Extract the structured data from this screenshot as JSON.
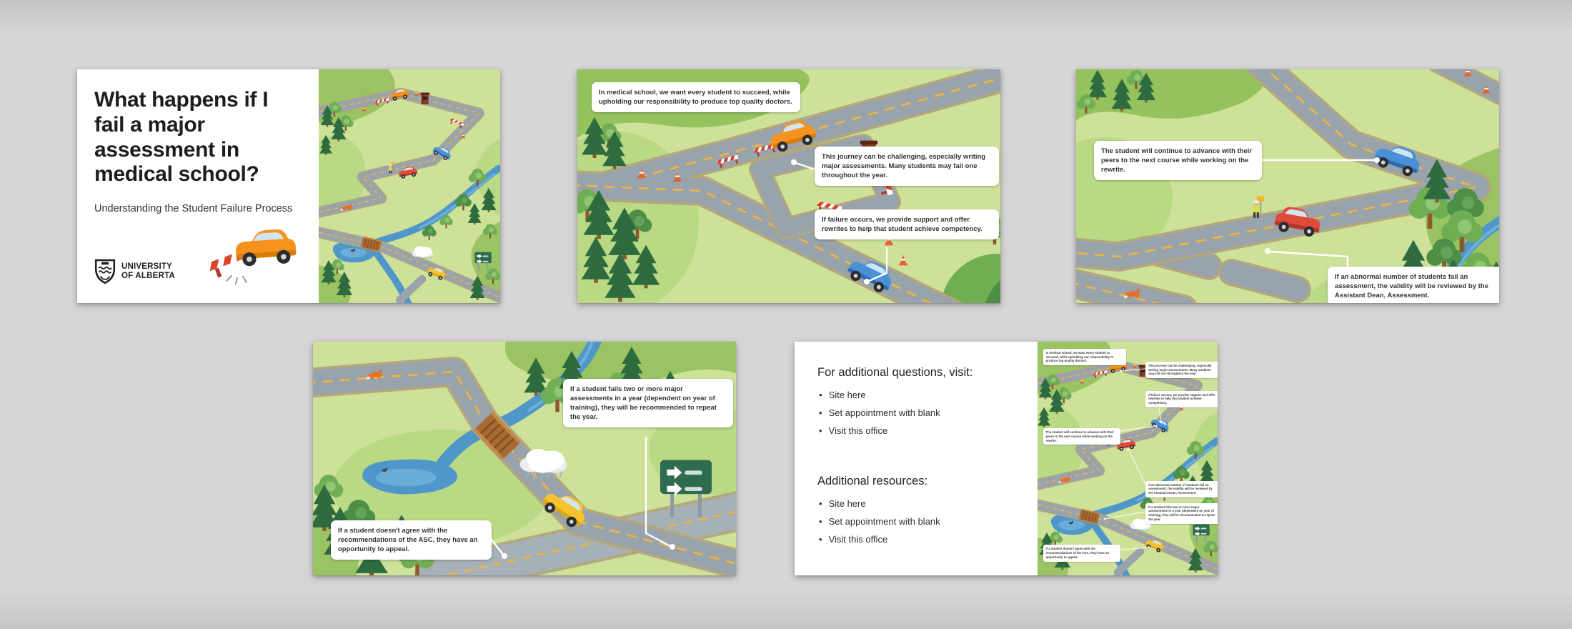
{
  "deck": {
    "title_slide": {
      "title": "What happens if I fail a major assessment in medical school?",
      "subtitle": "Understanding the Student Failure Process",
      "logo_line1": "UNIVERSITY",
      "logo_line2": "OF ALBERTA"
    },
    "callouts": {
      "c1": "In medical school, we want every student to succeed, while upholding our responsibility to produce top quality doctors.",
      "c2": "This journey can be challenging, especially writing major assessments. Many students may fail one throughout the year.",
      "c3": "If failure occurs, we provide support and offer rewrites to help that student achieve competency.",
      "c4": "The student will continue to advance with their peers to the next course while working on the rewrite.",
      "c5": "If an abnormal number of students fail an assessment, the validity will be reviewed by the Assistant Dean, Assessment.",
      "c6": "If a student fails two or more major assessments in a year (dependent on year of training), they will be recommended to repeat the year.",
      "c7": "If a student doesn't agree with the recommendations of the ASC, they have an opportunity to appeal."
    },
    "resources_slide": {
      "questions_heading": "For additional questions, visit:",
      "questions_items": [
        "Site here",
        "Set appointment with blank",
        "Visit this office"
      ],
      "resources_heading": "Additional resources:",
      "resources_items": [
        "Site here",
        "Set appointment with blank",
        "Visit this office"
      ]
    }
  },
  "colors": {
    "canvas_bg": "#d4d4d4",
    "grass_light": "#cde199",
    "grass_mid": "#b9d985",
    "grass_dark": "#9ac363",
    "road": "#99a3ab",
    "road_edge": "#b3a87c",
    "lane_dash": "#f0b53a",
    "water": "#4f97c9",
    "car_orange": "#f6921e",
    "car_blue": "#4a90d9",
    "car_red": "#e04b3a",
    "car_taxi": "#f5c330"
  }
}
